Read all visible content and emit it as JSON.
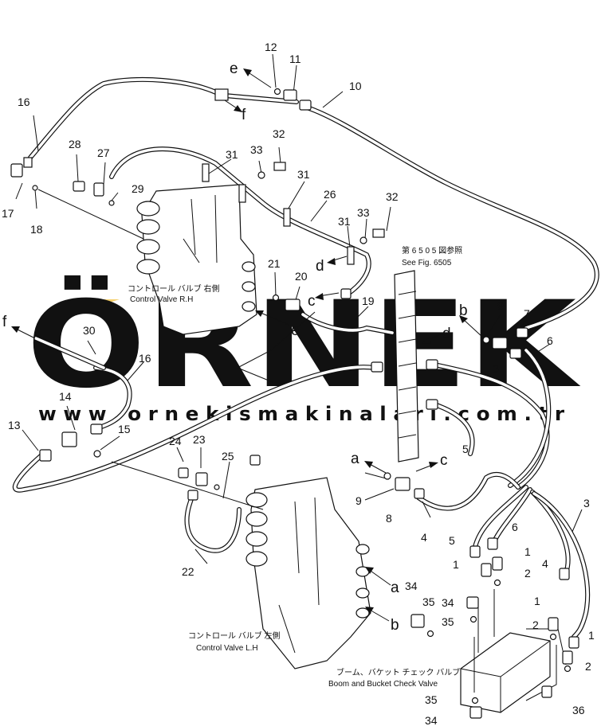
{
  "watermark": {
    "logo_text": "ÖRNEK",
    "url_text": "w w w . o r n e k i s m a k i n a l a r i . c o m . t r",
    "logo_color": "#d2d2d2",
    "accent_color": "#f5cf6b"
  },
  "captions": {
    "rh_jp": "コントロール バルブ 右側",
    "rh_en": "Control Valve R.H",
    "lh_jp": "コントロール バルブ 左側",
    "lh_en": "Control Valve L.H",
    "fig_jp": "第 6 5 0 5 図参照",
    "fig_en": "See Fig. 6505",
    "check_jp": "ブーム、バケット チェック バルブ",
    "check_en": "Boom and Bucket Check Valve"
  },
  "part_numbers": [
    {
      "id": "n12",
      "text": "12"
    },
    {
      "id": "n11",
      "text": "11"
    },
    {
      "id": "n10",
      "text": "10"
    },
    {
      "id": "n16a",
      "text": "16"
    },
    {
      "id": "n28",
      "text": "28"
    },
    {
      "id": "n27",
      "text": "27"
    },
    {
      "id": "n32a",
      "text": "32"
    },
    {
      "id": "n33a",
      "text": "33"
    },
    {
      "id": "n31a",
      "text": "31"
    },
    {
      "id": "n31b",
      "text": "31"
    },
    {
      "id": "n29",
      "text": "29"
    },
    {
      "id": "n26",
      "text": "26"
    },
    {
      "id": "n32b",
      "text": "32"
    },
    {
      "id": "n33b",
      "text": "33"
    },
    {
      "id": "n31c",
      "text": "31"
    },
    {
      "id": "n17",
      "text": "17"
    },
    {
      "id": "n18",
      "text": "18"
    },
    {
      "id": "n21",
      "text": "21"
    },
    {
      "id": "n20",
      "text": "20"
    },
    {
      "id": "n19",
      "text": "19"
    },
    {
      "id": "n9a",
      "text": "9"
    },
    {
      "id": "n7",
      "text": "7"
    },
    {
      "id": "n6a",
      "text": "6"
    },
    {
      "id": "n30",
      "text": "30"
    },
    {
      "id": "n16b",
      "text": "16"
    },
    {
      "id": "n3a",
      "text": "3"
    },
    {
      "id": "n14",
      "text": "14"
    },
    {
      "id": "n13",
      "text": "13"
    },
    {
      "id": "n15",
      "text": "15"
    },
    {
      "id": "n5a",
      "text": "5"
    },
    {
      "id": "n24",
      "text": "24"
    },
    {
      "id": "n23",
      "text": "23"
    },
    {
      "id": "n25",
      "text": "25"
    },
    {
      "id": "n9b",
      "text": "9"
    },
    {
      "id": "n8",
      "text": "8"
    },
    {
      "id": "n4a",
      "text": "4"
    },
    {
      "id": "n3b",
      "text": "3"
    },
    {
      "id": "n22",
      "text": "22"
    },
    {
      "id": "n5b",
      "text": "5"
    },
    {
      "id": "n6b",
      "text": "6"
    },
    {
      "id": "n1a",
      "text": "1"
    },
    {
      "id": "n1b",
      "text": "1"
    },
    {
      "id": "n2a",
      "text": "2"
    },
    {
      "id": "n4b",
      "text": "4"
    },
    {
      "id": "n34a",
      "text": "34"
    },
    {
      "id": "n35a",
      "text": "35"
    },
    {
      "id": "n34b",
      "text": "34"
    },
    {
      "id": "n35b",
      "text": "35"
    },
    {
      "id": "n1c",
      "text": "1"
    },
    {
      "id": "n2b",
      "text": "2"
    },
    {
      "id": "n1d",
      "text": "1"
    },
    {
      "id": "n2c",
      "text": "2"
    },
    {
      "id": "n36",
      "text": "36"
    },
    {
      "id": "n35c",
      "text": "35"
    },
    {
      "id": "n34c",
      "text": "34"
    }
  ],
  "connection_letters": [
    {
      "id": "e1",
      "text": "e"
    },
    {
      "id": "f1",
      "text": "f"
    },
    {
      "id": "d1",
      "text": "d"
    },
    {
      "id": "c1",
      "text": "c"
    },
    {
      "id": "e2",
      "text": "e"
    },
    {
      "id": "f2",
      "text": "f"
    },
    {
      "id": "b1",
      "text": "b"
    },
    {
      "id": "d2",
      "text": "d"
    },
    {
      "id": "a1",
      "text": "a"
    },
    {
      "id": "c2",
      "text": "c"
    },
    {
      "id": "a2",
      "text": "a"
    },
    {
      "id": "b2",
      "text": "b"
    }
  ]
}
